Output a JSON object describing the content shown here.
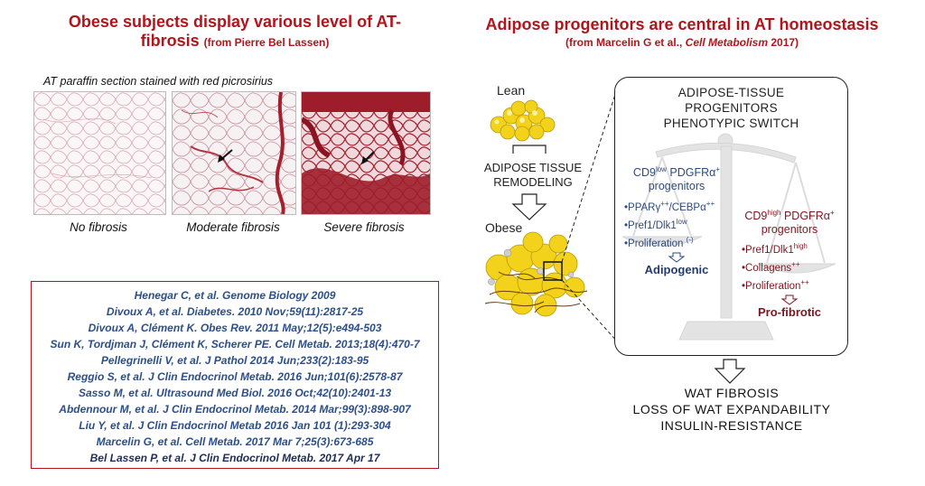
{
  "left": {
    "title_line1": "Obese subjects display various level of  AT-",
    "title_line2": "fibrosis",
    "title_source": "(from Pierre Bel Lassen)",
    "stain_label": "AT paraffin section stained with red picrosirius",
    "panels": [
      {
        "caption": "No fibrosis"
      },
      {
        "caption": "Moderate fibrosis"
      },
      {
        "caption": "Severe  fibrosis"
      }
    ],
    "references": [
      "Henegar C, et al. Genome Biology 2009",
      "Divoux A, et al. Diabetes. 2010 Nov;59(11):2817-25",
      "Divoux A, Clément K. Obes Rev. 2011 May;12(5):e494-503",
      "Sun K, Tordjman J, Clément K, Scherer PE. Cell Metab. 2013;18(4):470-7",
      "Pellegrinelli V, et al. J Pathol 2014 Jun;233(2):183-95",
      "Reggio S, et al. J Clin Endocrinol Metab. 2016 Jun;101(6):2578-87",
      "Sasso M, et al. Ultrasound Med Biol. 2016 Oct;42(10):2401-13",
      "Abdennour M, et al. J Clin Endocrinol Metab. 2014 Mar;99(3):898-907",
      "Liu Y, et al. J Clin Endocrinol Metab  2016 Jan 101 (1):293-304",
      "Marcelin G, et al. Cell Metab. 2017 Mar 7;25(3):673-685",
      "Bel Lassen P, et al. J Clin Endocrinol Metab. 2017 Apr 17"
    ]
  },
  "right": {
    "title": "Adipose progenitors are central in AT homeostasis",
    "source_prefix": "(from Marcelin G et al., ",
    "source_journal": "Cell Metabolism",
    "source_suffix": " 2017)",
    "lean_label": "Lean",
    "remodel_line1": "ADIPOSE TISSUE",
    "remodel_line2": "REMODELING",
    "obese_label": "Obese",
    "switch_line1": "ADIPOSE-TISSUE",
    "switch_line2": "PROGENITORS",
    "switch_line3": "PHENOTYPIC SWITCH",
    "left_group": {
      "cd9": "CD9",
      "cd9_sup": "low",
      "pdgfr": " PDGFRα",
      "pdgfr_sup": "+",
      "progenitors": "progenitors",
      "b1": "•PPARγ",
      "b1_sup": "++",
      "b1b": "/CEBPα",
      "b1b_sup": "++",
      "b2": "•Pref1/Dlk1",
      "b2_sup": "low",
      "b3": "•Proliferation ",
      "b3_sup": "(-)",
      "result": "Adipogenic"
    },
    "right_group": {
      "cd9": "CD9",
      "cd9_sup": "high",
      "pdgfr": " PDGFRα",
      "pdgfr_sup": "+",
      "progenitors": "progenitors",
      "b1": "•Pref1/Dlk1",
      "b1_sup": "high",
      "b2": "•Collagens",
      "b2_sup": "++",
      "b3": "•Proliferation",
      "b3_sup": "++",
      "result": "Pro-fibrotic"
    },
    "outcome_line1": "WAT FIBROSIS",
    "outcome_line2": "LOSS OF WAT EXPANDABILITY",
    "outcome_line3": "INSULIN-RESISTANCE"
  },
  "colors": {
    "accent_red": "#b3141b",
    "blue_text": "#2f4a7c",
    "maroon_text": "#7d1620",
    "fat_yellow": "#f2d21a"
  }
}
